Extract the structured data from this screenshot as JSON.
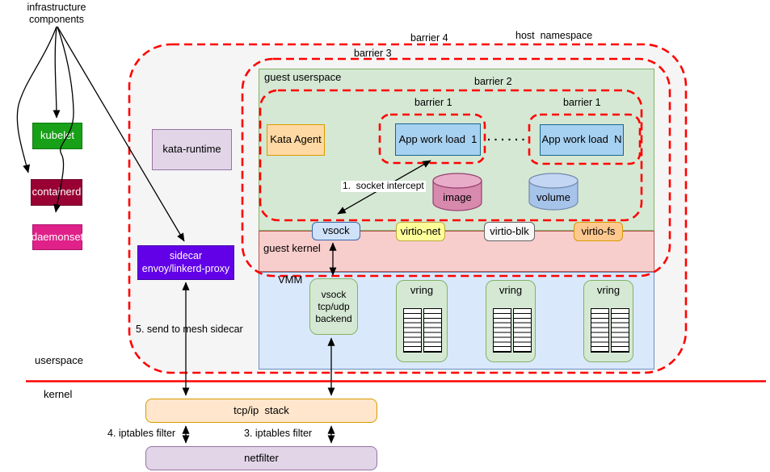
{
  "colors": {
    "barrier_dash": "#ff0000",
    "divider_line": "#ff0000",
    "host_sandbox_fill": "#f5f5f5",
    "guest_userspace_fill": "#d5e8d4",
    "guest_kernel_fill": "#f8cecc",
    "vmm_fill": "#dae8fc",
    "kubelet_fill": "#18a018",
    "containerd_fill": "#990033",
    "daemonset_fill": "#e0218a",
    "sidecar_fill": "#6200e8",
    "kata_runtime_fill": "#e1d5e7",
    "kata_agent_fill": "#ffd9a3",
    "app_workload_fill": "#a7d1f0",
    "vsock_fill": "#cfe2f8",
    "virtio_net_fill": "#ffff99",
    "virtio_blk_fill": "#f7f7f7",
    "virtio_fs_fill": "#ffc88f",
    "vring_fill": "#d5e8d4",
    "tcpip_fill": "#ffe6cc",
    "netfilter_fill": "#e1d5e7",
    "image_cylinder_fill": "#d889ae",
    "volume_cylinder_fill": "#a6c3ea"
  },
  "annotations": {
    "infra_line1": "infrastructure",
    "infra_line2": "components",
    "host_namespace": "host  namespace",
    "userspace": "userspace",
    "kernel": "kernel",
    "step1": "1.  socket intercept",
    "step3": "3. iptables filter",
    "step4": "4. iptables filter",
    "step5": "5. send to mesh sidecar"
  },
  "barriers": {
    "b4": "barrier 4",
    "b3": "barrier 3",
    "b2": "barrier 2",
    "b1_left": "barrier 1",
    "b1_right": "barrier 1"
  },
  "infra": {
    "kubelet": "kubelet",
    "containerd": "containerd",
    "daemonset": "daemonset",
    "kata_runtime": "kata-runtime",
    "sidecar_line1": "sidecar",
    "sidecar_line2": "envoy/linkerd-proxy"
  },
  "guest": {
    "zone": "guest userspace",
    "kernel_zone": "guest kernel",
    "kata_agent": "Kata Agent",
    "app_workload_1": "App work load  1",
    "app_workload_n": "App work load  N",
    "image": "image",
    "volume": "volume",
    "vsock": "vsock",
    "virtio_net": "virtio-net",
    "virtio_blk": "virtio-blk",
    "virtio_fs": "virtio-fs"
  },
  "vmm": {
    "zone": "VMM",
    "backend_line1": "vsock",
    "backend_line2": "tcp/udp",
    "backend_line3": "backend",
    "vring": "vring"
  },
  "host_kernel": {
    "tcpip": "tcp/ip  stack",
    "netfilter": "netfilter"
  }
}
